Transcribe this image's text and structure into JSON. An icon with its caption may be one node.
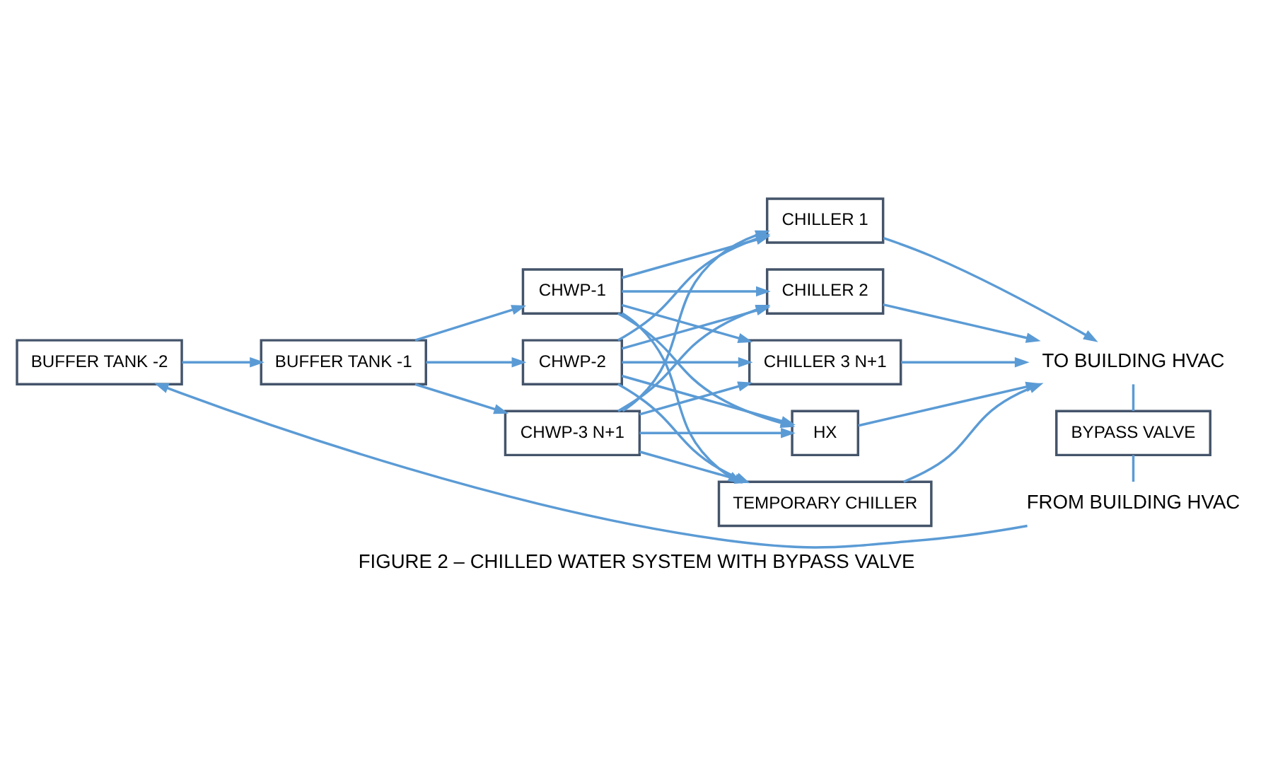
{
  "diagram": {
    "caption": "FIGURE 2 – CHILLED WATER SYSTEM WITH BYPASS VALVE",
    "nodes": [
      {
        "text": [
          "CHILLER 1"
        ]
      },
      {
        "text": [
          "CHILLER 2"
        ]
      },
      {
        "text": [
          "CHILLER 3 N+1"
        ]
      },
      {
        "text": [
          "HX"
        ]
      },
      {
        "text": [
          "TEMPORARY CHILLER"
        ]
      },
      {
        "text": [
          "TO BUILDING HVAC"
        ]
      },
      {
        "text": [
          "CHWP-1"
        ]
      },
      {
        "text": [
          "CHWP-2"
        ]
      },
      {
        "text": [
          "CHWP-3 N+1"
        ]
      },
      {
        "text": [
          "BYPASS VALVE"
        ]
      },
      {
        "text": [
          "FROM BUILDING HVAC"
        ]
      },
      {
        "text": [
          "BUFFER TANK -1"
        ]
      },
      {
        "text": [
          "BUFFER TANK -2"
        ]
      }
    ],
    "edges": [
      {
        "from": 6,
        "to": 0,
        "arrow": "to"
      },
      {
        "from": 6,
        "to": 1,
        "arrow": "to"
      },
      {
        "from": 6,
        "to": 2,
        "arrow": "to"
      },
      {
        "from": 6,
        "to": 3,
        "arrow": "to"
      },
      {
        "from": 6,
        "to": 4,
        "arrow": "to"
      },
      {
        "from": 7,
        "to": 0,
        "arrow": "to"
      },
      {
        "from": 7,
        "to": 1,
        "arrow": "to"
      },
      {
        "from": 7,
        "to": 2,
        "arrow": "to"
      },
      {
        "from": 7,
        "to": 3,
        "arrow": "to"
      },
      {
        "from": 7,
        "to": 4,
        "arrow": "to"
      },
      {
        "from": 8,
        "to": 0,
        "arrow": "to"
      },
      {
        "from": 8,
        "to": 1,
        "arrow": "to"
      },
      {
        "from": 8,
        "to": 2,
        "arrow": "to"
      },
      {
        "from": 8,
        "to": 3,
        "arrow": "to"
      },
      {
        "from": 8,
        "to": 4,
        "arrow": "to"
      },
      {
        "from": 0,
        "to": 5,
        "arrow": "to"
      },
      {
        "from": 1,
        "to": 5,
        "arrow": "to"
      },
      {
        "from": 2,
        "to": 5,
        "arrow": "to"
      },
      {
        "from": 3,
        "to": 5,
        "arrow": "to"
      },
      {
        "from": 4,
        "to": 5,
        "arrow": "to"
      },
      {
        "from": 11,
        "to": 6,
        "arrow": "to"
      },
      {
        "from": 11,
        "to": 7,
        "arrow": "to"
      },
      {
        "from": 11,
        "to": 8,
        "arrow": "to"
      },
      {
        "from": 12,
        "to": 11,
        "arrow": "to"
      },
      {
        "from": 10,
        "to": 12,
        "arrow": "to"
      },
      {
        "from": 5,
        "to": 9,
        "arrow": "none"
      },
      {
        "from": 9,
        "to": 10,
        "arrow": "none"
      }
    ]
  }
}
